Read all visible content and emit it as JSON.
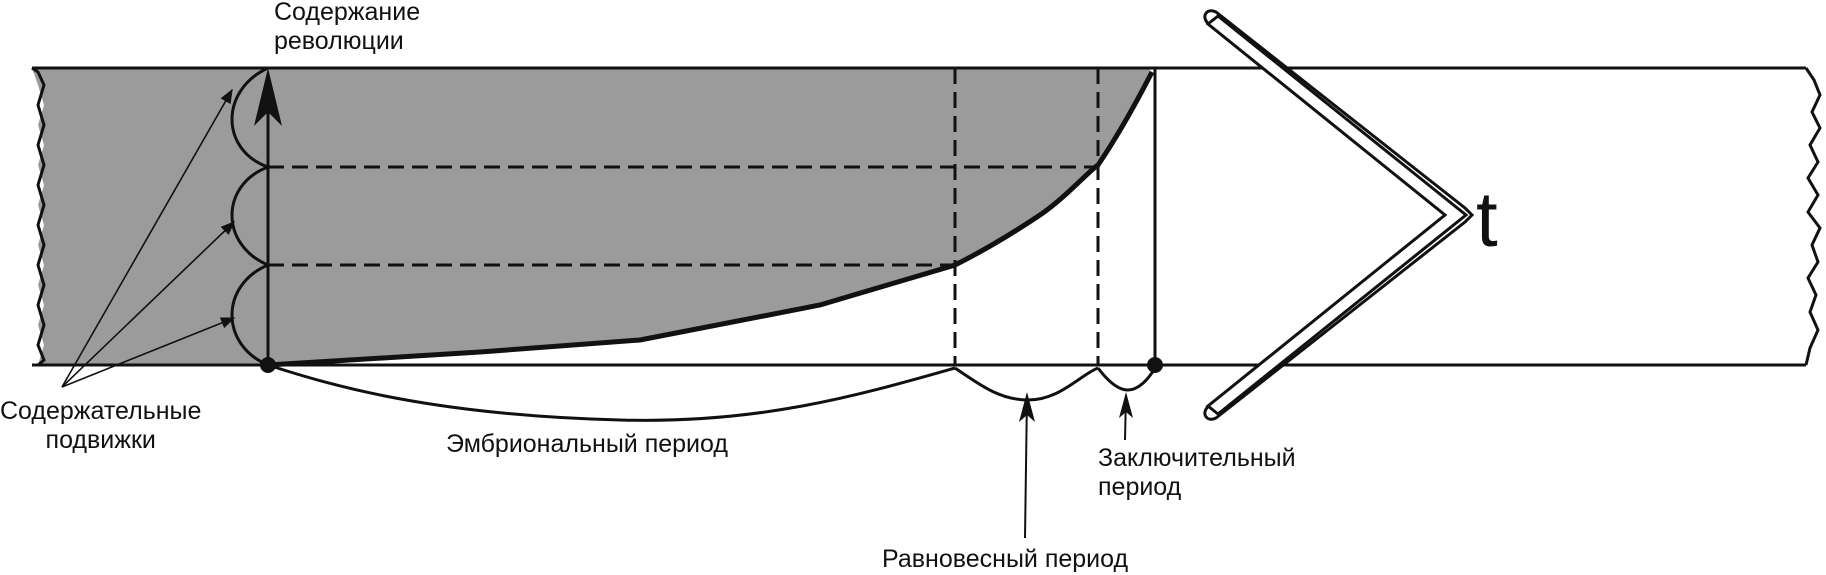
{
  "labels": {
    "y_axis_line1": "Содержание",
    "y_axis_line2": "революции",
    "content_shifts_line1": "Содержательные",
    "content_shifts_line2": "подвижки",
    "embryonic_period": "Эмбриональный период",
    "equilibrium_period": "Равновесный период",
    "final_period_line1": "Заключительный",
    "final_period_line2": "период",
    "time_axis": "t"
  },
  "colors": {
    "fill": "#9b9b9b",
    "line": "#111111",
    "background": "#ffffff"
  }
}
